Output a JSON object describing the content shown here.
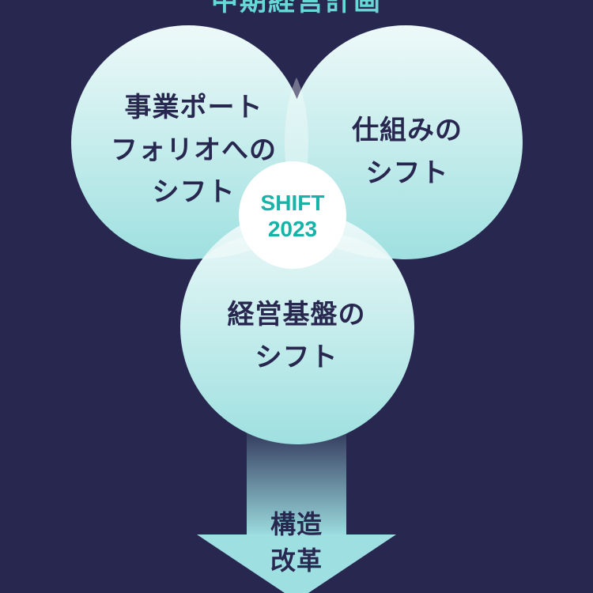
{
  "diagram": {
    "heading": "中期経営計画",
    "center_badge": "SHIFT\n2023",
    "circles": [
      {
        "id": "business-portfolio",
        "label": "事業ポート\nフォリオへの\nシフト"
      },
      {
        "id": "mechanism",
        "label": "仕組みの\nシフト"
      },
      {
        "id": "management-foundation",
        "label": "経営基盤の\nシフト"
      }
    ],
    "arrow": {
      "label": "構造\n改革"
    },
    "colors": {
      "background": "#282750",
      "circle_light": "#eaf8f8",
      "circle_dark": "#9fe1e1",
      "accent": "#16b3a8",
      "text": "#282750"
    }
  }
}
